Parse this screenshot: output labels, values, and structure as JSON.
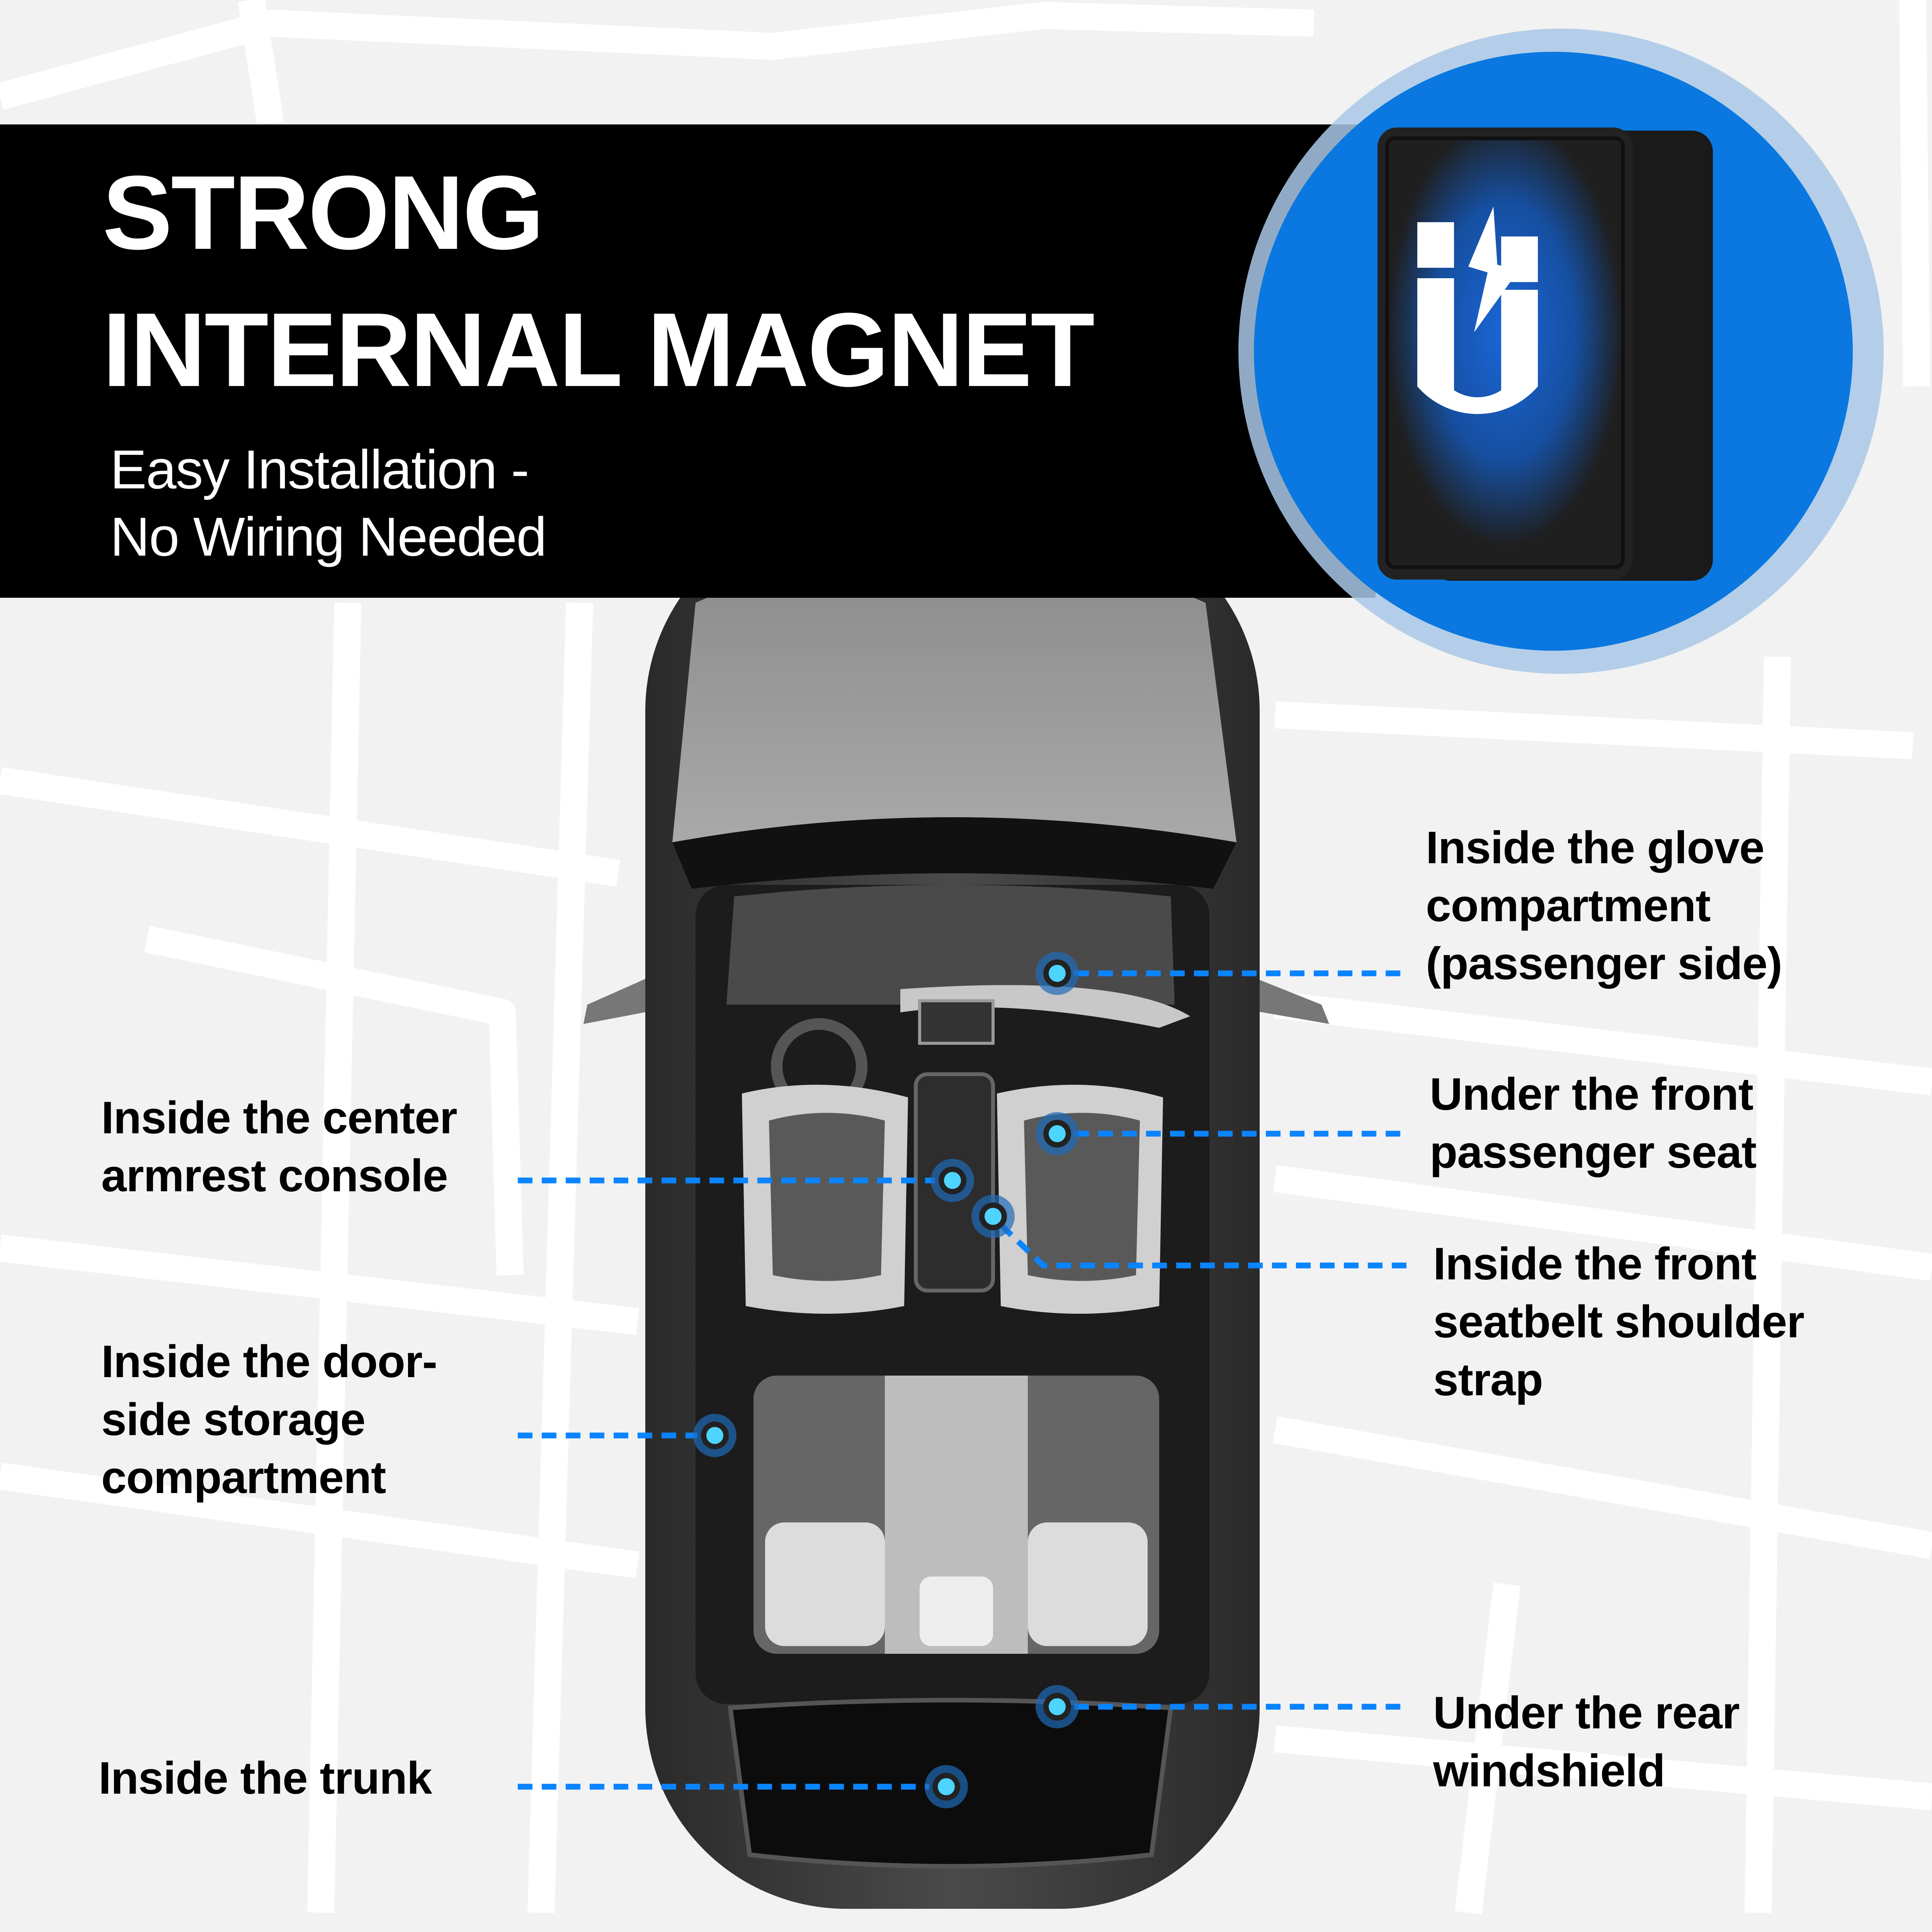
{
  "header": {
    "title_line1": "STRONG",
    "title_line2": "INTERNAL MAGNET",
    "subtitle_line1": "Easy Installation -",
    "subtitle_line2": "No Wiring Needed"
  },
  "badge": {
    "icon": "magnet-lightning-icon",
    "ring_color": "#a9c8e8",
    "circle_color": "#0a78e0"
  },
  "colors": {
    "marker_line": "#0a84ff",
    "marker_dot": "#4fd4ff",
    "banner": "#000000"
  },
  "locations": [
    {
      "lines": [
        "Inside the glove",
        "compartment",
        "(passenger side)"
      ]
    },
    {
      "lines": [
        "Under the front",
        "passenger seat"
      ]
    },
    {
      "lines": [
        "Inside the front",
        "seatbelt shoulder",
        "strap"
      ]
    },
    {
      "lines": [
        "Inside the center",
        "armrest console"
      ]
    },
    {
      "lines": [
        "Inside the door-",
        "side storage",
        "compartment"
      ]
    },
    {
      "lines": [
        "Inside the trunk"
      ]
    },
    {
      "lines": [
        "Under the rear",
        "windshield"
      ]
    }
  ]
}
